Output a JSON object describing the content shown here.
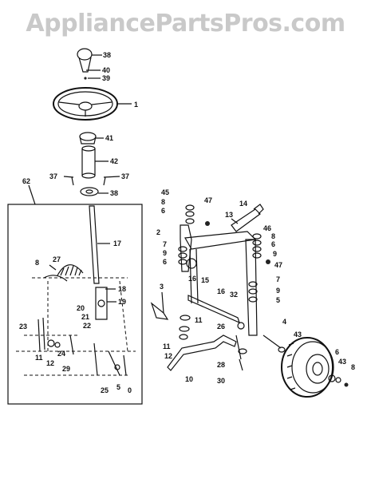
{
  "watermark": "AppliancePartsPros.com",
  "callouts": [
    {
      "id": "c38a",
      "text": "38"
    },
    {
      "id": "c40",
      "text": "40"
    },
    {
      "id": "c39",
      "text": "39"
    },
    {
      "id": "c1",
      "text": "1"
    },
    {
      "id": "c41",
      "text": "41"
    },
    {
      "id": "c42",
      "text": "42"
    },
    {
      "id": "c37a",
      "text": "37"
    },
    {
      "id": "c37b",
      "text": "37"
    },
    {
      "id": "c38b",
      "text": "38"
    },
    {
      "id": "c62",
      "text": "62"
    },
    {
      "id": "c17",
      "text": "17"
    },
    {
      "id": "c8a",
      "text": "8"
    },
    {
      "id": "c27",
      "text": "27"
    },
    {
      "id": "c18",
      "text": "18"
    },
    {
      "id": "c19",
      "text": "19"
    },
    {
      "id": "c20",
      "text": "20"
    },
    {
      "id": "c21",
      "text": "21"
    },
    {
      "id": "c22",
      "text": "22"
    },
    {
      "id": "c23",
      "text": "23"
    },
    {
      "id": "c11a",
      "text": "11"
    },
    {
      "id": "c12a",
      "text": "12"
    },
    {
      "id": "c24",
      "text": "24"
    },
    {
      "id": "c29",
      "text": "29"
    },
    {
      "id": "c25",
      "text": "25"
    },
    {
      "id": "c5a",
      "text": "5"
    },
    {
      "id": "c0",
      "text": "0"
    },
    {
      "id": "c45",
      "text": "45"
    },
    {
      "id": "c8b",
      "text": "8"
    },
    {
      "id": "c6a",
      "text": "6"
    },
    {
      "id": "c47a",
      "text": "47"
    },
    {
      "id": "c14",
      "text": "14"
    },
    {
      "id": "c13",
      "text": "13"
    },
    {
      "id": "c2",
      "text": "2"
    },
    {
      "id": "c46",
      "text": "46"
    },
    {
      "id": "c8c",
      "text": "8"
    },
    {
      "id": "c6b",
      "text": "6"
    },
    {
      "id": "c7a",
      "text": "7"
    },
    {
      "id": "c9a",
      "text": "9"
    },
    {
      "id": "c6c",
      "text": "6"
    },
    {
      "id": "c9b",
      "text": "9"
    },
    {
      "id": "c47b",
      "text": "47"
    },
    {
      "id": "c16a",
      "text": "16"
    },
    {
      "id": "c15",
      "text": "15"
    },
    {
      "id": "c16b",
      "text": "16"
    },
    {
      "id": "c7b",
      "text": "7"
    },
    {
      "id": "c9c",
      "text": "9"
    },
    {
      "id": "c5b",
      "text": "5"
    },
    {
      "id": "c3",
      "text": "3"
    },
    {
      "id": "c32",
      "text": "32"
    },
    {
      "id": "c11b",
      "text": "11"
    },
    {
      "id": "c26",
      "text": "26"
    },
    {
      "id": "c4",
      "text": "4"
    },
    {
      "id": "c43a",
      "text": "43"
    },
    {
      "id": "c11c",
      "text": "11"
    },
    {
      "id": "c12b",
      "text": "12"
    },
    {
      "id": "c10",
      "text": "10"
    },
    {
      "id": "c28",
      "text": "28"
    },
    {
      "id": "c30",
      "text": "30"
    },
    {
      "id": "c6d",
      "text": "6"
    },
    {
      "id": "c43b",
      "text": "43"
    },
    {
      "id": "c8d",
      "text": "8"
    }
  ]
}
